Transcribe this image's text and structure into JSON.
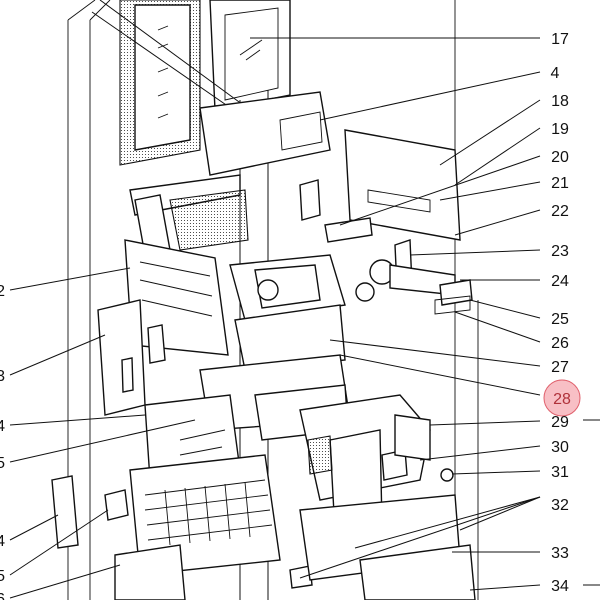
{
  "right_callouts": [
    {
      "label": "17",
      "name": "callout-17"
    },
    {
      "label": "4",
      "name": "callout-4"
    },
    {
      "label": "18",
      "name": "callout-18"
    },
    {
      "label": "19",
      "name": "callout-19"
    },
    {
      "label": "20",
      "name": "callout-20"
    },
    {
      "label": "21",
      "name": "callout-21"
    },
    {
      "label": "22",
      "name": "callout-22"
    },
    {
      "label": "23",
      "name": "callout-23"
    },
    {
      "label": "24",
      "name": "callout-24"
    },
    {
      "label": "25",
      "name": "callout-25"
    },
    {
      "label": "26",
      "name": "callout-26"
    },
    {
      "label": "27",
      "name": "callout-27"
    },
    {
      "label": "28",
      "name": "callout-28-highlighted",
      "highlighted": true
    },
    {
      "label": "29",
      "name": "callout-29"
    },
    {
      "label": "30",
      "name": "callout-30"
    },
    {
      "label": "31",
      "name": "callout-31"
    },
    {
      "label": "32",
      "name": "callout-32"
    },
    {
      "label": "33",
      "name": "callout-33"
    },
    {
      "label": "34",
      "name": "callout-34"
    }
  ],
  "left_callouts": [
    {
      "label": "2",
      "name": "callout-left-2"
    },
    {
      "label": "3",
      "name": "callout-left-3"
    },
    {
      "label": "4",
      "name": "callout-left-4"
    },
    {
      "label": "5",
      "name": "callout-left-5"
    },
    {
      "label": "4",
      "name": "callout-left-4b"
    },
    {
      "label": "5",
      "name": "callout-left-5b"
    },
    {
      "label": "6",
      "name": "callout-left-6"
    }
  ],
  "highlight_color": "#f28b95",
  "line_color": "#111111"
}
